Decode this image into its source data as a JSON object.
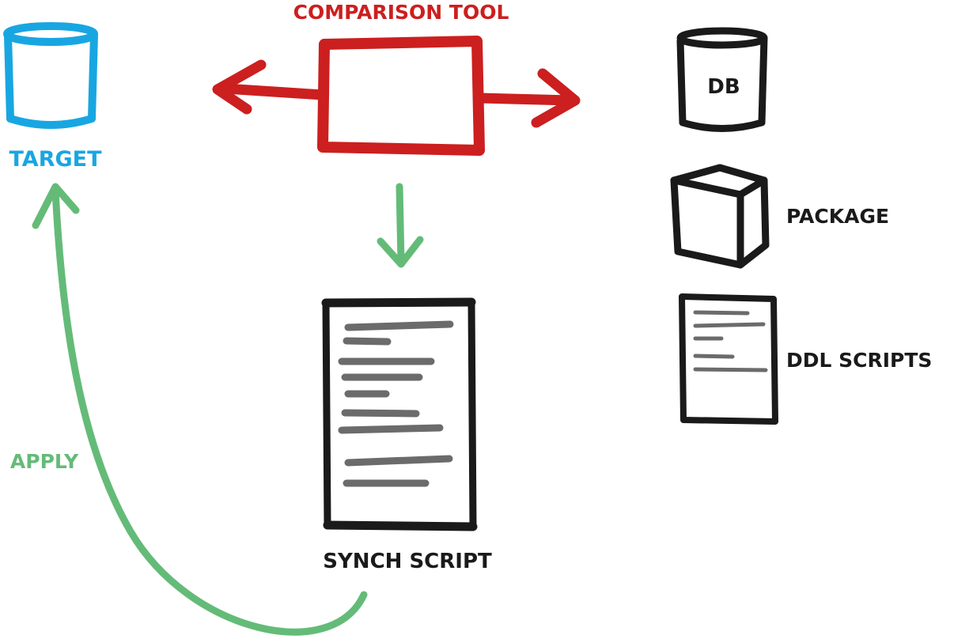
{
  "labels": {
    "comparison_tool": "COMPARISON TOOL",
    "target": "TARGET",
    "db": "DB",
    "package": "PACKAGE",
    "ddl_scripts": "DDL SCRIPTS",
    "synch_script": "SYNCH SCRIPT",
    "apply": "APPLY"
  },
  "colors": {
    "red": "#cc1f1f",
    "blue": "#18a6e2",
    "green": "#64bb78",
    "black": "#1a1a1a",
    "gray": "#6b6b6b"
  },
  "icons": {
    "target": "database-cylinder-icon",
    "tool": "comparison-tool-box-icon",
    "db": "database-cylinder-icon",
    "package": "package-cube-icon",
    "ddl_scripts": "document-icon",
    "synch_script": "document-icon"
  }
}
